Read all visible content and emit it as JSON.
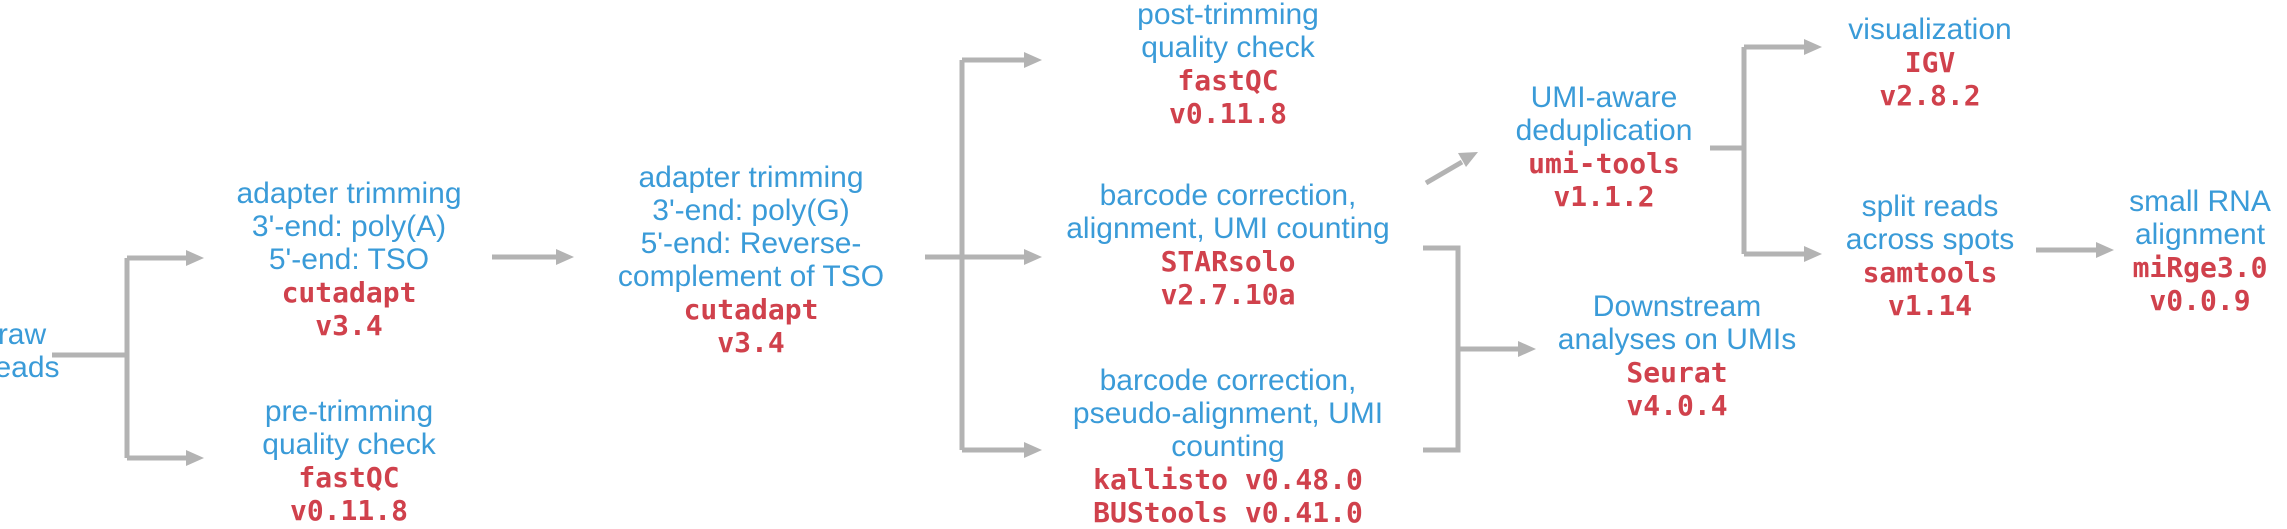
{
  "nodes": {
    "raw_reads": {
      "desc": [
        "raw",
        "reads"
      ],
      "tools": []
    },
    "adapter_trim_1": {
      "desc": [
        "adapter trimming",
        "3'-end: poly(A)",
        "5'-end: TSO"
      ],
      "tools": [
        "cutadapt",
        "v3.4"
      ]
    },
    "pre_trim_qc": {
      "desc": [
        "pre-trimming",
        "quality check"
      ],
      "tools": [
        "fastQC",
        "v0.11.8"
      ]
    },
    "adapter_trim_2": {
      "desc": [
        "adapter trimming",
        "3'-end: poly(G)",
        "5'-end: Reverse-",
        "complement of TSO"
      ],
      "tools": [
        "cutadapt",
        "v3.4"
      ]
    },
    "post_trim_qc": {
      "desc": [
        "post-trimming",
        "quality check"
      ],
      "tools": [
        "fastQC",
        "v0.11.8"
      ]
    },
    "starsolo": {
      "desc": [
        "barcode correction,",
        "alignment, UMI counting"
      ],
      "tools": [
        "STARsolo",
        "v2.7.10a"
      ]
    },
    "kallisto": {
      "desc": [
        "barcode correction,",
        "pseudo-alignment, UMI",
        "counting"
      ],
      "tools": [
        "kallisto v0.48.0",
        "BUStools v0.41.0"
      ]
    },
    "umi_dedup": {
      "desc": [
        "UMI-aware",
        "deduplication"
      ],
      "tools": [
        "umi-tools",
        "v1.1.2"
      ]
    },
    "downstream": {
      "desc": [
        "Downstream",
        "analyses on UMIs"
      ],
      "tools": [
        "Seurat",
        "v4.0.4"
      ]
    },
    "visualization": {
      "desc": [
        "visualization"
      ],
      "tools": [
        "IGV",
        "v2.8.2"
      ]
    },
    "split_reads": {
      "desc": [
        "split reads",
        "across spots"
      ],
      "tools": [
        "samtools",
        "v1.14"
      ]
    },
    "small_rna": {
      "desc": [
        "small RNA",
        "alignment"
      ],
      "tools": [
        "miRge3.0",
        "v0.0.9"
      ]
    }
  },
  "colors": {
    "description": "#3a9bd8",
    "tool": "#d0414c",
    "arrow": "#b3b3b3"
  }
}
